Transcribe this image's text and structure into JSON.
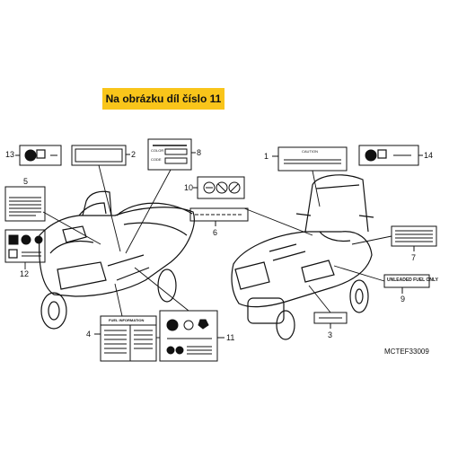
{
  "banner": {
    "text": "Na obrázku díl číslo 11",
    "color": "#f9c51a"
  },
  "callouts": [
    "1",
    "2",
    "3",
    "4",
    "5",
    "6",
    "7",
    "8",
    "9",
    "10",
    "11",
    "12",
    "13",
    "14"
  ],
  "labels": {
    "caution": "CAUTION",
    "color": "COLOR",
    "code": "CODE",
    "fuel_info": "FUEL INFORMATION",
    "unleaded": "UNLEADED FUEL ONLY"
  },
  "ref_code": "MCTEF33009"
}
